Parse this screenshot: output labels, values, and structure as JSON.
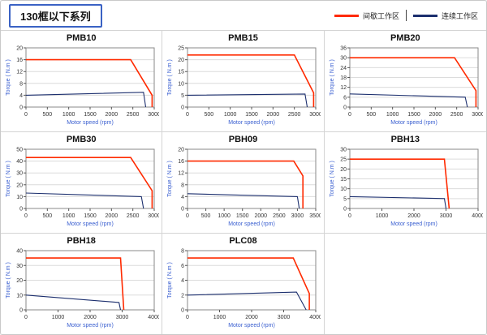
{
  "header": {
    "title": "130框以下系列",
    "legend": [
      {
        "name": "intermittent",
        "label": "间歇工作区",
        "color": "#ff2a00"
      },
      {
        "name": "continuous",
        "label": "连续工作区",
        "color": "#1c2f6e"
      }
    ]
  },
  "axis": {
    "xlabel": "Motor speed (rpm)",
    "ylabel": "Torque ( N.m )",
    "label_color": "#3a5fd0"
  },
  "chart_data": [
    {
      "type": "line",
      "title": "PMB10",
      "xlim": [
        0,
        3000
      ],
      "ylim": [
        0,
        20
      ],
      "xticks": [
        0,
        500,
        1000,
        1500,
        2000,
        2500,
        3000
      ],
      "yticks": [
        0,
        4,
        8,
        12,
        16,
        20
      ],
      "series": [
        {
          "name": "间歇工作区",
          "color": "#ff2a00",
          "points": [
            [
              0,
              16
            ],
            [
              2450,
              16
            ],
            [
              2950,
              4
            ],
            [
              2950,
              0
            ]
          ]
        },
        {
          "name": "连续工作区",
          "color": "#1c2f6e",
          "points": [
            [
              0,
              4
            ],
            [
              2750,
              5
            ],
            [
              2800,
              0
            ]
          ]
        }
      ]
    },
    {
      "type": "line",
      "title": "PMB15",
      "xlim": [
        0,
        3000
      ],
      "ylim": [
        0,
        25
      ],
      "xticks": [
        0,
        500,
        1000,
        1500,
        2000,
        2500,
        3000
      ],
      "yticks": [
        0,
        5,
        10,
        15,
        20,
        25
      ],
      "series": [
        {
          "name": "间歇工作区",
          "color": "#ff2a00",
          "points": [
            [
              0,
              22
            ],
            [
              2500,
              22
            ],
            [
              2950,
              6
            ],
            [
              2950,
              0
            ]
          ]
        },
        {
          "name": "连续工作区",
          "color": "#1c2f6e",
          "points": [
            [
              0,
              5
            ],
            [
              2750,
              5.5
            ],
            [
              2800,
              0
            ]
          ]
        }
      ]
    },
    {
      "type": "line",
      "title": "PMB20",
      "xlim": [
        0,
        3000
      ],
      "ylim": [
        0,
        36
      ],
      "xticks": [
        0,
        500,
        1000,
        1500,
        2000,
        2500,
        3000
      ],
      "yticks": [
        0,
        6,
        12,
        18,
        24,
        30,
        36
      ],
      "series": [
        {
          "name": "间歇工作区",
          "color": "#ff2a00",
          "points": [
            [
              0,
              30
            ],
            [
              2450,
              30
            ],
            [
              2950,
              10
            ],
            [
              2950,
              0
            ]
          ]
        },
        {
          "name": "连续工作区",
          "color": "#1c2f6e",
          "points": [
            [
              0,
              8
            ],
            [
              2700,
              6
            ],
            [
              2750,
              0
            ]
          ]
        }
      ]
    },
    {
      "type": "line",
      "title": "PMB30",
      "xlim": [
        0,
        3000
      ],
      "ylim": [
        0,
        50
      ],
      "xticks": [
        0,
        500,
        1000,
        1500,
        2000,
        2500,
        3000
      ],
      "yticks": [
        0,
        10,
        20,
        30,
        40,
        50
      ],
      "series": [
        {
          "name": "间歇工作区",
          "color": "#ff2a00",
          "points": [
            [
              0,
              43
            ],
            [
              2450,
              43
            ],
            [
              2950,
              15
            ],
            [
              2950,
              0
            ]
          ]
        },
        {
          "name": "连续工作区",
          "color": "#1c2f6e",
          "points": [
            [
              0,
              13
            ],
            [
              2700,
              10
            ],
            [
              2750,
              0
            ]
          ]
        }
      ]
    },
    {
      "type": "line",
      "title": "PBH09",
      "xlim": [
        0,
        3500
      ],
      "ylim": [
        0,
        20
      ],
      "xticks": [
        0,
        500,
        1000,
        1500,
        2000,
        2500,
        3000,
        3500
      ],
      "yticks": [
        0,
        4,
        8,
        12,
        16,
        20
      ],
      "series": [
        {
          "name": "间歇工作区",
          "color": "#ff2a00",
          "points": [
            [
              0,
              16
            ],
            [
              2900,
              16
            ],
            [
              3150,
              11
            ],
            [
              3150,
              0
            ]
          ]
        },
        {
          "name": "连续工作区",
          "color": "#1c2f6e",
          "points": [
            [
              0,
              5
            ],
            [
              3000,
              4
            ],
            [
              3050,
              0
            ]
          ]
        }
      ]
    },
    {
      "type": "line",
      "title": "PBH13",
      "xlim": [
        0,
        4000
      ],
      "ylim": [
        0,
        30
      ],
      "xticks": [
        0,
        1000,
        2000,
        3000,
        4000
      ],
      "yticks": [
        0,
        5,
        10,
        15,
        20,
        25,
        30
      ],
      "series": [
        {
          "name": "间歇工作区",
          "color": "#ff2a00",
          "points": [
            [
              0,
              25
            ],
            [
              2950,
              25
            ],
            [
              3100,
              0
            ]
          ]
        },
        {
          "name": "连续工作区",
          "color": "#1c2f6e",
          "points": [
            [
              0,
              6
            ],
            [
              2950,
              5
            ],
            [
              3000,
              0
            ]
          ]
        }
      ]
    },
    {
      "type": "line",
      "title": "PBH18",
      "xlim": [
        0,
        4000
      ],
      "ylim": [
        0,
        40
      ],
      "xticks": [
        0,
        1000,
        2000,
        3000,
        4000
      ],
      "yticks": [
        0,
        10,
        20,
        30,
        40
      ],
      "series": [
        {
          "name": "间歇工作区",
          "color": "#ff2a00",
          "points": [
            [
              0,
              35
            ],
            [
              2950,
              35
            ],
            [
              3050,
              0
            ]
          ]
        },
        {
          "name": "连续工作区",
          "color": "#1c2f6e",
          "points": [
            [
              0,
              10
            ],
            [
              2900,
              5
            ],
            [
              2950,
              0
            ]
          ]
        }
      ]
    },
    {
      "type": "line",
      "title": "PLC08",
      "xlim": [
        0,
        4000
      ],
      "ylim": [
        0,
        8
      ],
      "xticks": [
        0,
        1000,
        2000,
        3000,
        4000
      ],
      "yticks": [
        0,
        2,
        4,
        6,
        8
      ],
      "series": [
        {
          "name": "间歇工作区",
          "color": "#ff2a00",
          "points": [
            [
              0,
              7
            ],
            [
              3300,
              7
            ],
            [
              3800,
              2.2
            ],
            [
              3800,
              0
            ]
          ]
        },
        {
          "name": "连续工作区",
          "color": "#1c2f6e",
          "points": [
            [
              0,
              2
            ],
            [
              3400,
              2.4
            ],
            [
              3700,
              0
            ]
          ]
        }
      ]
    }
  ]
}
